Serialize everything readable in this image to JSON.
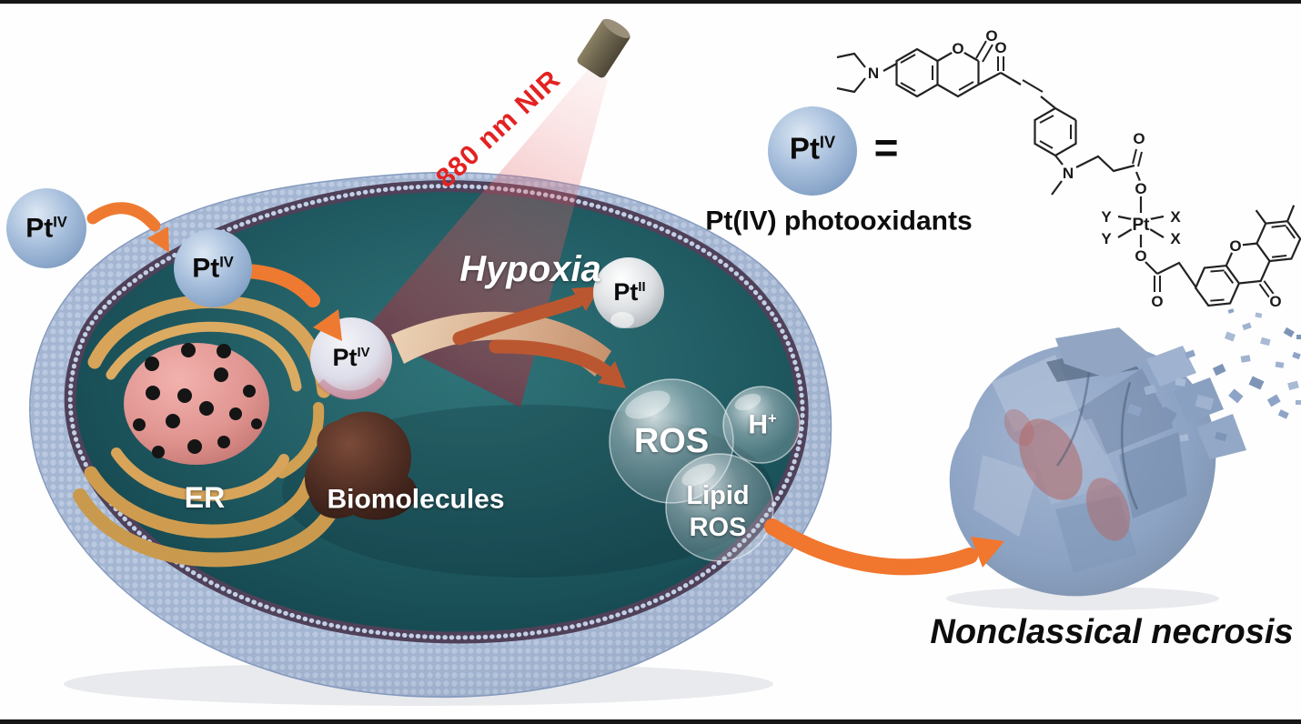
{
  "figure": {
    "labels": {
      "pt_base": "Pt",
      "sup_iv": "IV",
      "sup_ii": "II",
      "laser": "880 nm NIR",
      "hypoxia": "Hypoxia",
      "er": "ER",
      "biomolecules": "Biomolecules",
      "ros": "ROS",
      "h_base": "H",
      "h_sup": "+",
      "lipid_line1": "Lipid",
      "lipid_line2": "ROS",
      "equals": "=",
      "legend_caption": "Pt(IV) photooxidants",
      "necrosis": "Nonclassical necrosis"
    },
    "chem": {
      "labels": {
        "N": "N",
        "O": "O",
        "Pt": "Pt",
        "X": "X",
        "Y": "Y"
      }
    },
    "colors": {
      "arrow_orange": "#ee7a31",
      "arrow_rust": "#bb5730",
      "laser_red": "#e32222",
      "cell_membrane": "#a2b5d2",
      "bilayer_band": "#4f4159",
      "cytoplasm_teal": "#1d5a61",
      "nucleus_pink": "#e09490",
      "er_gold": "#d7a45a",
      "biomolecule_brown": "#5a392c",
      "tan_arrow": "#d9b18d",
      "necrotic_cell": "#8da3c4",
      "pt_sphere_blue": "#9db8d8",
      "text_white": "#ffffff",
      "text_dark": "#1a1a1a"
    }
  }
}
